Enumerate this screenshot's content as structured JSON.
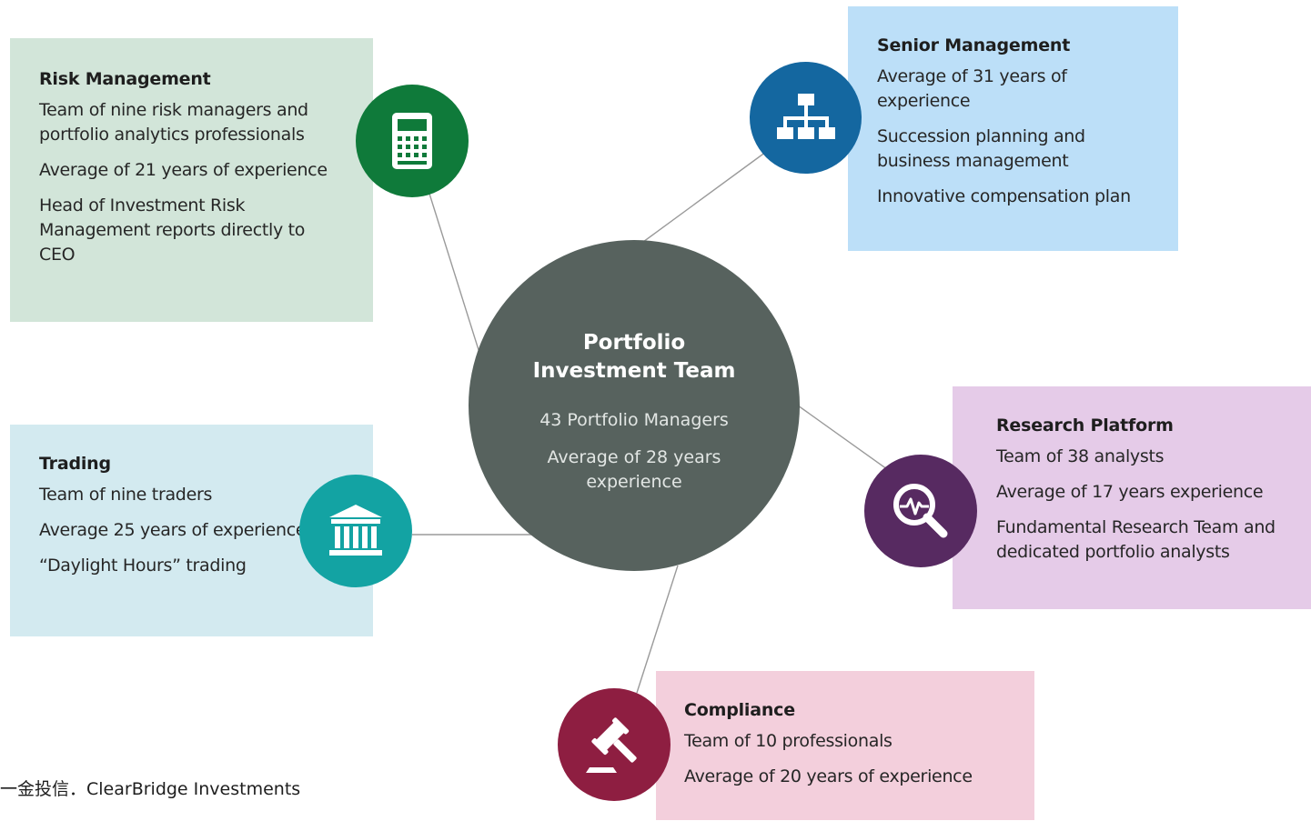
{
  "center": {
    "title": "Portfolio Investment Team",
    "lines": [
      "43 Portfolio Managers",
      "Average of 28 years experience"
    ],
    "color": "#57625e"
  },
  "nodes": {
    "risk": {
      "title": "Risk Management",
      "lines": [
        "Team of nine risk managers and portfolio analytics professionals",
        "Average of 21 years of experience",
        "Head of Investment Risk Management reports directly to CEO"
      ],
      "icon": "calculator-icon",
      "box_color": "#d2e5d9",
      "icon_color": "#0f7a3a"
    },
    "senior": {
      "title": "Senior Management",
      "lines": [
        "Average of 31 years of experience",
        "Succession planning and business management",
        "Innovative compensation plan"
      ],
      "icon": "org-chart-icon",
      "box_color": "#bcdff8",
      "icon_color": "#1467a0"
    },
    "research": {
      "title": "Research Platform",
      "lines": [
        "Team of 38 analysts",
        "Average of 17 years experience",
        "Fundamental Research Team and dedicated portfolio analysts"
      ],
      "icon": "magnifier-pulse-icon",
      "box_color": "#e5cbe8",
      "icon_color": "#572a61"
    },
    "trading": {
      "title": "Trading",
      "lines": [
        "Team of nine traders",
        "Average 25 years of experience",
        "“Daylight Hours” trading"
      ],
      "icon": "bank-building-icon",
      "box_color": "#d3eaf0",
      "icon_color": "#13a3a3"
    },
    "compliance": {
      "title": "Compliance",
      "lines": [
        "Team of 10 professionals",
        "Average of 20 years of experience"
      ],
      "icon": "gavel-icon",
      "box_color": "#f3cfdc",
      "icon_color": "#8e1e41"
    }
  },
  "footer": "一金投信．ClearBridge Investments"
}
